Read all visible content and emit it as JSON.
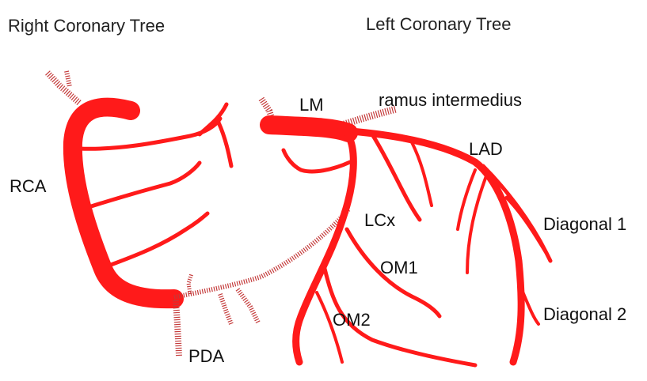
{
  "titles": {
    "right": "Right Coronary Tree",
    "left": "Left Coronary Tree"
  },
  "labels": {
    "rca": "RCA",
    "pda": "PDA",
    "lm": "LM",
    "ramus": "ramus intermedius",
    "lad": "LAD",
    "lcx": "LCx",
    "om1": "OM1",
    "om2": "OM2",
    "diag1": "Diagonal 1",
    "diag2": "Diagonal 2"
  },
  "colors": {
    "vessel": "#ff1a1a",
    "hatched": "#c43a3a"
  }
}
